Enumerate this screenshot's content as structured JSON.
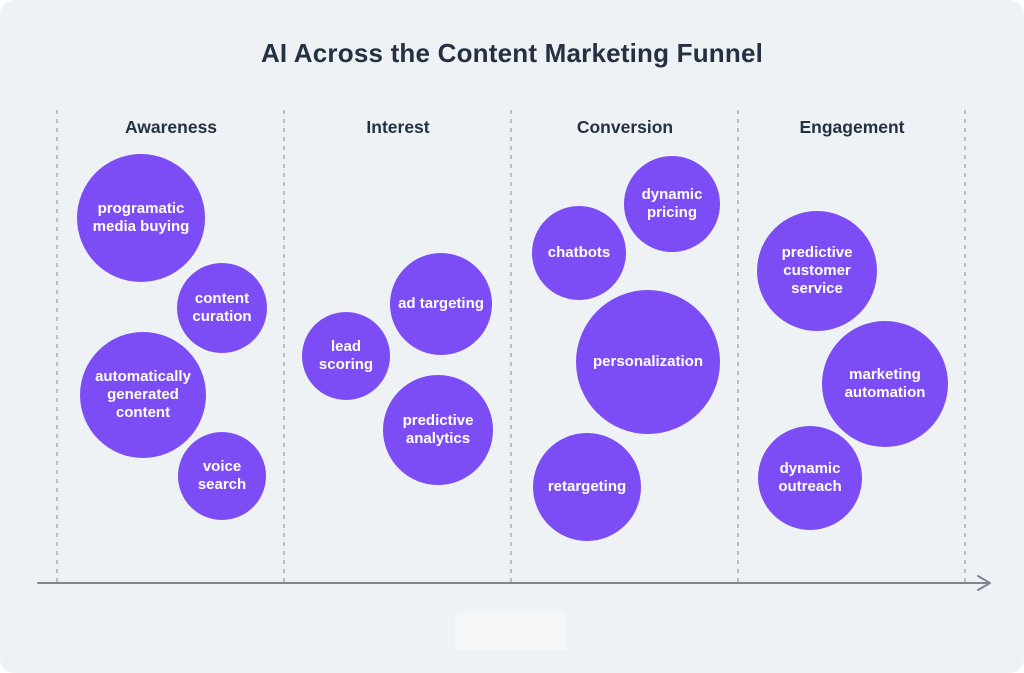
{
  "title": "AI Across the Content Marketing Funnel",
  "colors": {
    "background": "#eff2f5",
    "bubble_fill": "#7c4df5",
    "bubble_text": "#ffffff",
    "heading_text": "#243142",
    "axis_line": "#7e8494",
    "dashed_line": "#9aa1ac"
  },
  "columns": [
    {
      "label": "Awareness",
      "bubbles": [
        {
          "label": "programatic media buying"
        },
        {
          "label": "content curation"
        },
        {
          "label": "automatically generated content"
        },
        {
          "label": "voice search"
        }
      ]
    },
    {
      "label": "Interest",
      "bubbles": [
        {
          "label": "ad targeting"
        },
        {
          "label": "lead scoring"
        },
        {
          "label": "predictive analytics"
        }
      ]
    },
    {
      "label": "Conversion",
      "bubbles": [
        {
          "label": "dynamic pricing"
        },
        {
          "label": "chatbots"
        },
        {
          "label": "personalization"
        },
        {
          "label": "retargeting"
        }
      ]
    },
    {
      "label": "Engagement",
      "bubbles": [
        {
          "label": "predictive customer service"
        },
        {
          "label": "marketing automation"
        },
        {
          "label": "dynamic outreach"
        }
      ]
    }
  ]
}
